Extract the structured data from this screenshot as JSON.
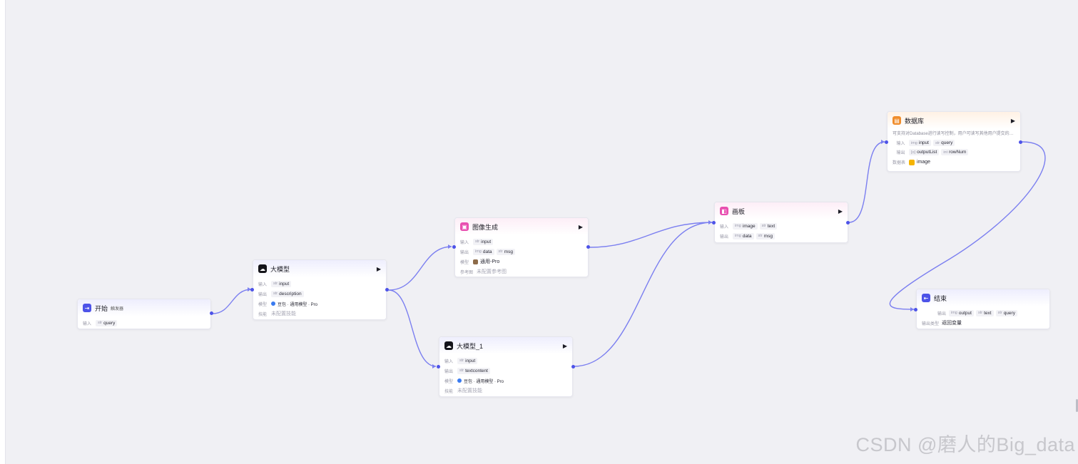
{
  "colors": {
    "accent": "#4d53e8",
    "canvas_bg": "#f0f0f4",
    "node_bg": "#ffffff"
  },
  "nodes": {
    "start": {
      "icon": "start-icon",
      "title": "开始",
      "badge": "触发器",
      "input_label": "输入",
      "input_type": "str",
      "input_name": "query"
    },
    "llm": {
      "icon": "llm-icon",
      "title": "大模型",
      "play": "▶",
      "input_label": "输入",
      "input_type": "str",
      "input_name": "input",
      "output_label": "输出",
      "output_type": "str",
      "output_name": "description",
      "model_label": "模型",
      "model_value": "豆包 · 通用模型 · Pro",
      "skill_label": "技能",
      "skill_value": "未配置技能"
    },
    "imagegen": {
      "icon": "image-generate-icon",
      "title": "图像生成",
      "play": "▶",
      "input_label": "输入",
      "input_type": "str",
      "input_name": "input",
      "output_label": "输出",
      "output1_type": "img",
      "output1_name": "data",
      "output2_type": "str",
      "output2_name": "msg",
      "model_label": "模型",
      "model_value": "通用-Pro",
      "ref_label": "参考图",
      "ref_value": "未配置参考图"
    },
    "llm1": {
      "icon": "llm-icon",
      "title": "大模型_1",
      "play": "▶",
      "input_label": "输入",
      "input_type": "str",
      "input_name": "input",
      "output_label": "输出",
      "output_type": "str",
      "output_name": "textcontent",
      "model_label": "模型",
      "model_value": "豆包 · 通用模型 · Pro",
      "skill_label": "技能",
      "skill_value": "未配置技能"
    },
    "canvas": {
      "icon": "canvas-icon",
      "title": "画板",
      "play": "▶",
      "input_label": "输入",
      "input1_type": "img",
      "input1_name": "image",
      "input2_type": "str",
      "input2_name": "text",
      "output_label": "输出",
      "output1_type": "img",
      "output1_name": "data",
      "output2_type": "str",
      "output2_name": "msg"
    },
    "database": {
      "icon": "database-icon",
      "title": "数据库",
      "play": "▶",
      "description": "可支持对Database进行读写控制，用户可读写其他用户提交的…",
      "input_label": "输入",
      "input1_type": "img",
      "input1_name": "input",
      "input2_type": "str",
      "input2_name": "query",
      "output_label": "输出",
      "output1_type": "[o]",
      "output1_name": "outputList",
      "output2_type": "int",
      "output2_name": "rowNum",
      "table_label": "数据表",
      "table_value": "image"
    },
    "end": {
      "icon": "end-icon",
      "title": "结束",
      "output_label": "输出",
      "output1_type": "img",
      "output1_name": "output",
      "output2_type": "str",
      "output2_name": "text",
      "output3_type": "str",
      "output3_name": "query",
      "type_label": "输出类型",
      "type_value": "返回变量"
    }
  },
  "watermark": "CSDN @磨人的Big_data"
}
